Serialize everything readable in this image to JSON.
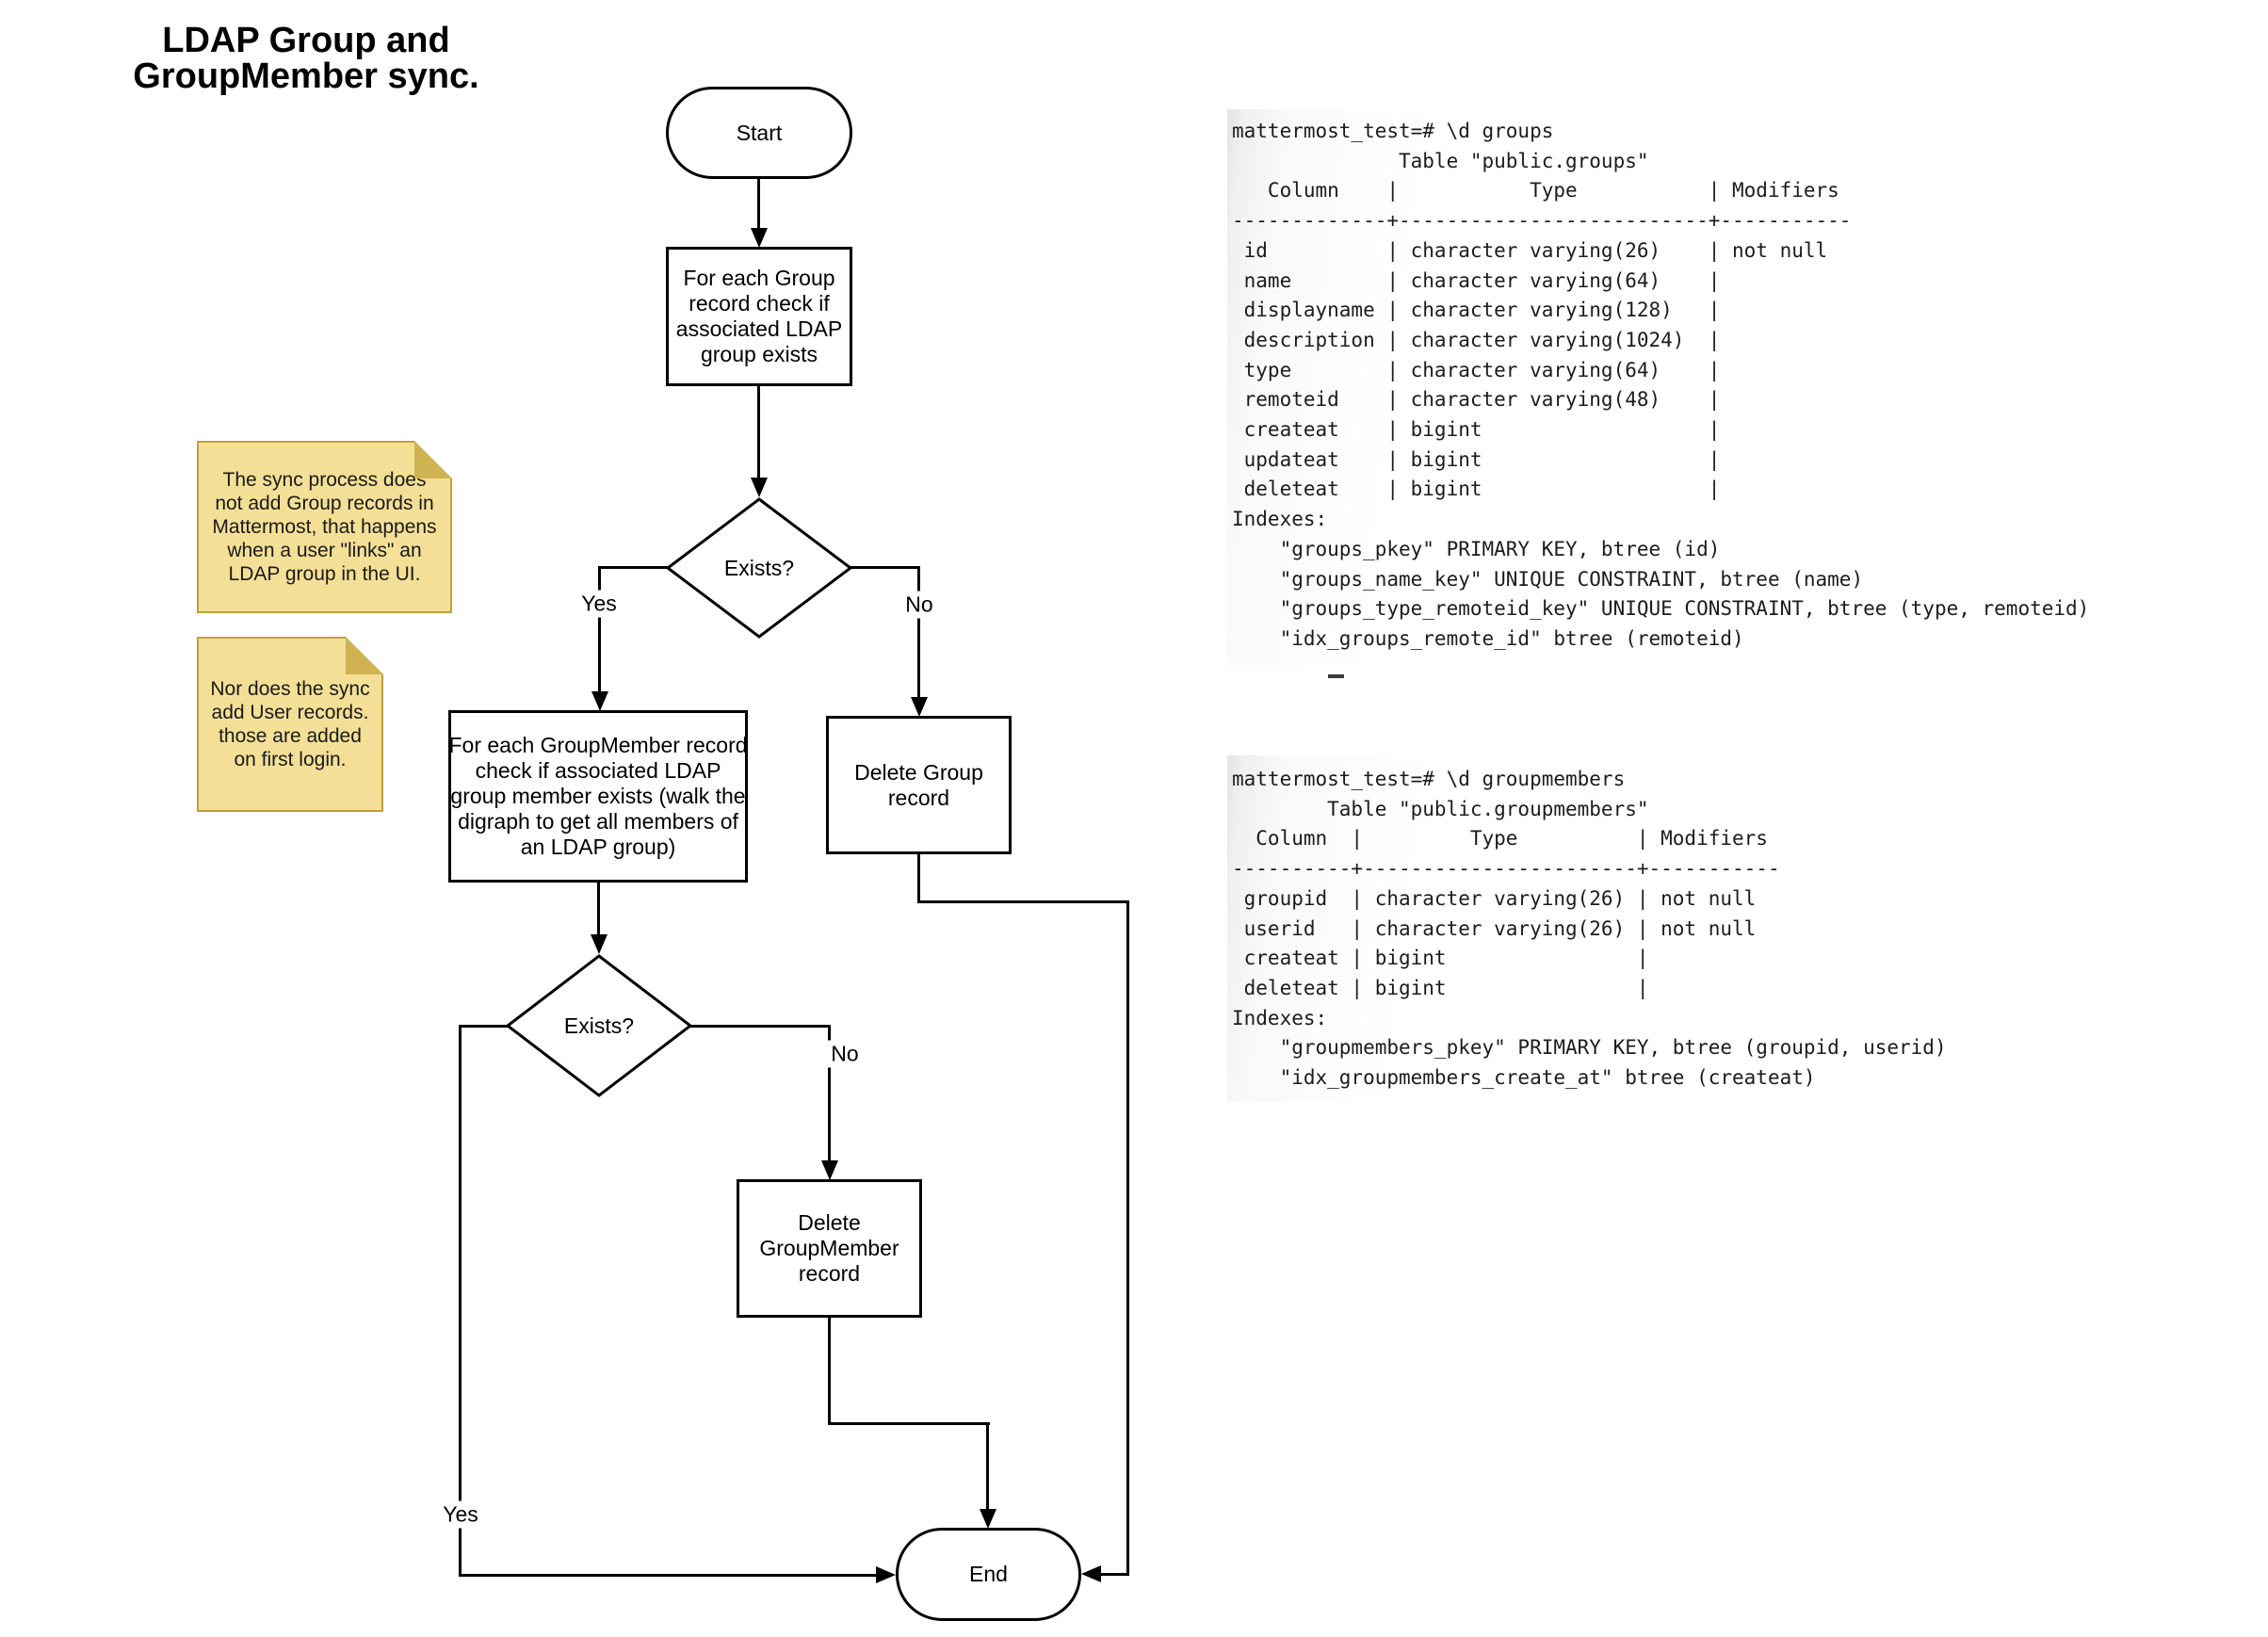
{
  "title": "LDAP Group and\nGroupMember sync.",
  "flowchart": {
    "start_label": "Start",
    "box_group_check": "For each Group\nrecord check if\nassociated LDAP\ngroup exists",
    "decision1_label": "Exists?",
    "decision1_yes": "Yes",
    "decision1_no": "No",
    "box_groupmember_check": "For each GroupMember record\ncheck if associated LDAP\ngroup member exists (walk the\ndigraph to get all members of\nan LDAP group)",
    "box_delete_group": "Delete Group\nrecord",
    "decision2_label": "Exists?",
    "decision2_yes": "Yes",
    "decision2_no": "No",
    "box_delete_groupmember": "Delete\nGroupMember\nrecord",
    "end_label": "End"
  },
  "notes": {
    "note1": "The sync process does\nnot add Group records in\nMattermost, that happens\nwhen a user \"links\" an\nLDAP group in the UI.",
    "note2": "Nor does the sync\nadd User records.\nthose are added\non first login."
  },
  "terminals": {
    "groups": "mattermost_test=# \\d groups\n              Table \"public.groups\"\n   Column    |           Type           | Modifiers \n-------------+--------------------------+-----------\n id          | character varying(26)    | not null\n name        | character varying(64)    | \n displayname | character varying(128)   | \n description | character varying(1024)  | \n type        | character varying(64)    | \n remoteid    | character varying(48)    | \n createat    | bigint                   | \n updateat    | bigint                   | \n deleteat    | bigint                   | \nIndexes:\n    \"groups_pkey\" PRIMARY KEY, btree (id)\n    \"groups_name_key\" UNIQUE CONSTRAINT, btree (name)\n    \"groups_type_remoteid_key\" UNIQUE CONSTRAINT, btree (type, remoteid)\n    \"idx_groups_remote_id\" btree (remoteid)",
    "groupmembers": "mattermost_test=# \\d groupmembers\n        Table \"public.groupmembers\"\n  Column  |         Type          | Modifiers \n----------+-----------------------+-----------\n groupid  | character varying(26) | not null\n userid   | character varying(26) | not null\n createat | bigint                | \n deleteat | bigint                | \nIndexes:\n    \"groupmembers_pkey\" PRIMARY KEY, btree (groupid, userid)\n    \"idx_groupmembers_create_at\" btree (createat)"
  },
  "colors": {
    "note_fill": "#F3DF96",
    "note_fold": "#DCC366",
    "note_border": "#BFA03C",
    "stroke": "#000000",
    "terminal_text": "#1c1c1c"
  }
}
